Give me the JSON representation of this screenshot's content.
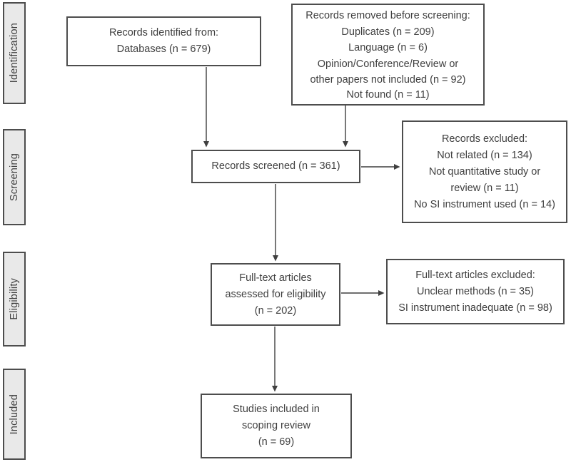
{
  "sidebar": {
    "stages": [
      {
        "label": "Identification"
      },
      {
        "label": "Screening"
      },
      {
        "label": "Eligibility"
      },
      {
        "label": "Included"
      }
    ]
  },
  "boxes": {
    "identified": {
      "lines": [
        "Records identified from:",
        "Databases (n = 679)"
      ]
    },
    "removed": {
      "lines": [
        "Records removed before screening:",
        "Duplicates (n = 209)",
        "Language (n = 6)",
        "Opinion/Conference/Review or",
        "other papers not included (n = 92)",
        "Not found (n = 11)"
      ]
    },
    "screened": {
      "lines": [
        "Records screened (n = 361)"
      ]
    },
    "records_excluded": {
      "lines": [
        "Records excluded:",
        "Not related (n = 134)",
        "Not quantitative study or",
        "review (n = 11)",
        "No SI instrument used (n = 14)"
      ]
    },
    "fulltext": {
      "lines": [
        "Full-text articles",
        "assessed for eligibility",
        "(n = 202)"
      ]
    },
    "fulltext_excluded": {
      "lines": [
        "Full-text articles excluded:",
        "Unclear methods (n = 35)",
        "SI instrument inadequate (n = 98)"
      ]
    },
    "included_studies": {
      "lines": [
        "Studies included in",
        "scoping review",
        "(n = 69)"
      ]
    }
  },
  "colors": {
    "background": "#ffffff",
    "box_border": "#4d4d4d",
    "sidebar_fill": "#e9e9e9",
    "text": "#3f3f3f",
    "arrow": "#3f3f3f"
  }
}
